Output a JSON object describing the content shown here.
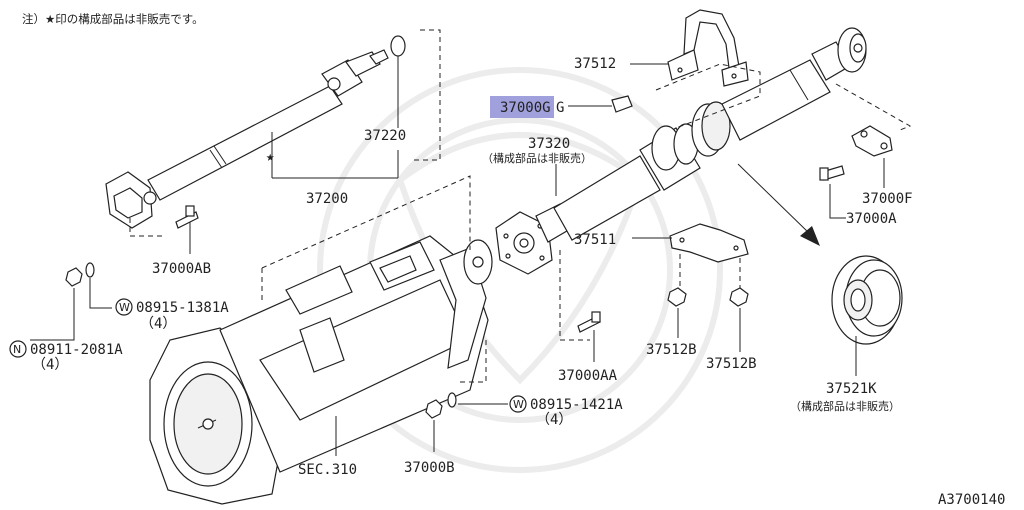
{
  "note": "注）★印の構成部品は非販売です。",
  "figure_id": "A3700140",
  "highlight_color": "#8f8fd6",
  "labels": {
    "p37512": "37512",
    "p37000G": "37000G",
    "p37320": "37320",
    "p37320_note": "（構成部品は非販売）",
    "p37220": "37220",
    "p37200": "37200",
    "p37000AB": "37000AB",
    "w1381": "08915-1381A",
    "w1381_qty": "（4）",
    "n2081": "08911-2081A",
    "n2081_qty": "（4）",
    "p37000F": "37000F",
    "p37000A": "37000A",
    "p37511": "37511",
    "p37512B_1": "37512B",
    "p37512B_2": "37512B",
    "p37000AA": "37000AA",
    "w1421": "08915-1421A",
    "w1421_qty": "（4）",
    "p37000B": "37000B",
    "sec310": "SEC.310",
    "p37521K": "37521K",
    "p37521K_note": "（構成部品は非販売）",
    "star": "★",
    "W": "W",
    "N": "N"
  }
}
